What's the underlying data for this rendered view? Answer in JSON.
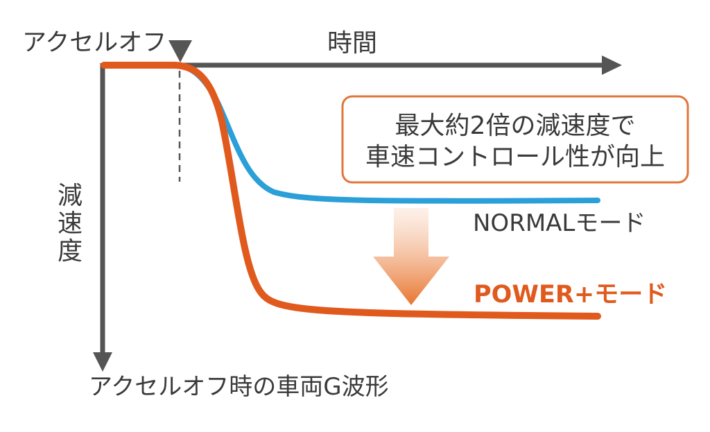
{
  "labels": {
    "accel_off": "アクセルオフ",
    "time_axis": "時間",
    "decel_axis_chars": [
      "減",
      "速",
      "度"
    ],
    "caption": "アクセルオフ時の車両G波形",
    "normal_mode": "NORMALモード",
    "power_mode": "POWER+モード"
  },
  "callout": {
    "line1": "最大約2倍の減速度で",
    "line2": "車速コントロール性が向上"
  },
  "colors": {
    "axis": "#555555",
    "normal_curve": "#2a9fd8",
    "power_curve": "#e05a1e",
    "callout_border": "#e0763a",
    "arrow_start": "#fbe3d4",
    "arrow_end": "#e8752f"
  }
}
